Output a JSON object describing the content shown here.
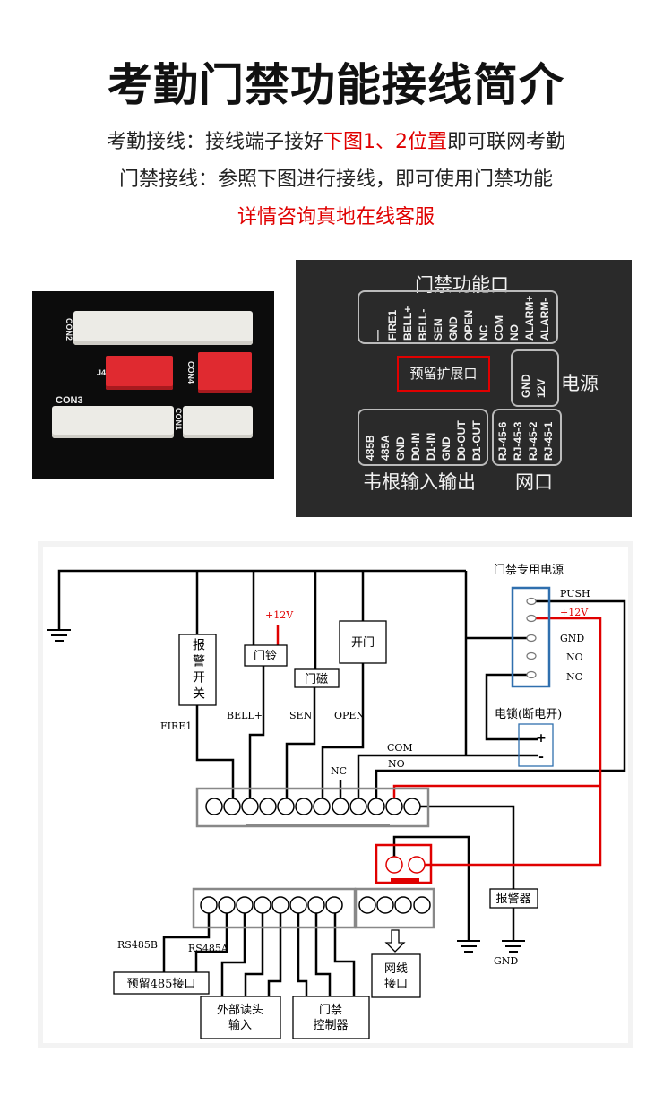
{
  "title": "考勤门禁功能接线简介",
  "intro": {
    "line1_a": "考勤接线：接线端子接好",
    "line1_red": "下图1、2位置",
    "line1_b": "即可联网考勤",
    "line2": "门禁接线：参照下图进行接线，即可使用门禁功能",
    "line3": "详情咨询真地在线客服"
  },
  "photo_board": {
    "labels": [
      "CON2",
      "CON3",
      "J4",
      "CON4",
      "CON1"
    ]
  },
  "photo_panel": {
    "group_access": "门禁功能口",
    "access_pins": [
      "—",
      "FIRE1",
      "BELL+",
      "BELL-",
      "SEN",
      "GND",
      "OPEN",
      "NC",
      "COM",
      "NO",
      "ALARM+",
      "ALARM-"
    ],
    "reserved": "预留扩展口",
    "power_pins": [
      "GND",
      "12V"
    ],
    "power_label": "电源",
    "wiegand_pins": [
      "485B",
      "485A",
      "GND",
      "D0-IN",
      "D1-IN",
      "GND",
      "D0-OUT",
      "D1-OUT"
    ],
    "wiegand_label": "韦根输入输出",
    "net_pins": [
      "RJ-45-6",
      "RJ-45-3",
      "RJ-45-2",
      "RJ-45-1"
    ],
    "net_label": "网口"
  },
  "diagram": {
    "alarm_switch": "报警开关",
    "fire1": "FIRE1",
    "bell_12v": "+12V",
    "doorbell": "门铃",
    "bell_plus": "BELL+",
    "door_sensor": "门磁",
    "sen": "SEN",
    "open_button": "开门",
    "open": "OPEN",
    "nc": "NC",
    "com": "COM",
    "no": "NO",
    "psu_title": "门禁专用电源",
    "psu_pins": [
      "PUSH",
      "+12V",
      "GND",
      "NO",
      "NC"
    ],
    "lock_title": "电锁(断电开)",
    "lock_plus": "+",
    "lock_minus": "-",
    "alarm": "报警器",
    "gnd": "GND",
    "rs485b": "RS485B",
    "rs485a": "RS485A",
    "rs485_port": "预留485接口",
    "reader_1": "外部读头",
    "reader_2": "输入",
    "controller_1": "门禁",
    "controller_2": "控制器",
    "net_1": "网线",
    "net_2": "接口",
    "colors": {
      "wire": "#000000",
      "power_wire": "#e00000",
      "psu_box": "#2f6fae"
    }
  }
}
